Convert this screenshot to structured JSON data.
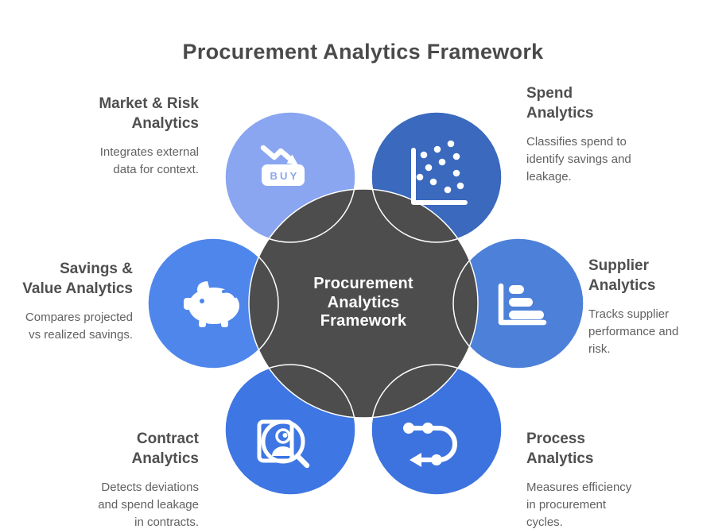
{
  "title": "Procurement Analytics Framework",
  "center": {
    "label_lines": [
      "Procurement",
      "Analytics",
      "Framework"
    ],
    "color": "#4D4D4D"
  },
  "petals": [
    {
      "id": "market-risk",
      "heading_lines": [
        "Market & Risk",
        "Analytics"
      ],
      "description_lines": [
        "Integrates external",
        "data for context."
      ],
      "color": "#8AA6F1",
      "icon": "trend-down-buy-icon",
      "icon_label": "BUY"
    },
    {
      "id": "spend",
      "heading_lines": [
        "Spend",
        "Analytics"
      ],
      "description_lines": [
        "Classifies spend to",
        "identify savings and",
        "leakage."
      ],
      "color": "#3A69BD",
      "icon": "scatter-plot-icon"
    },
    {
      "id": "supplier",
      "heading_lines": [
        "Supplier",
        "Analytics"
      ],
      "description_lines": [
        "Tracks supplier",
        "performance and",
        "risk."
      ],
      "color": "#4D80D8",
      "icon": "bar-chart-icon"
    },
    {
      "id": "process",
      "heading_lines": [
        "Process",
        "Analytics"
      ],
      "description_lines": [
        "Measures efficiency",
        "in procurement",
        "cycles."
      ],
      "color": "#3D73DE",
      "icon": "process-flow-icon"
    },
    {
      "id": "contract",
      "heading_lines": [
        "Contract",
        "Analytics"
      ],
      "description_lines": [
        "Detects deviations",
        "and spend leakage",
        "in contracts."
      ],
      "color": "#3E76E3",
      "icon": "contract-search-icon"
    },
    {
      "id": "savings",
      "heading_lines": [
        "Savings &",
        "Value Analytics"
      ],
      "description_lines": [
        "Compares projected",
        "vs realized savings."
      ],
      "color": "#4F86EC",
      "icon": "piggy-bank-icon"
    }
  ],
  "colors": {
    "background": "#FFFFFF",
    "outline": "#FFFFFF",
    "title_text": "#4A4A4A",
    "heading_text": "#4F4F4F",
    "description_text": "#616161",
    "icon_glyph": "#FFFFFF",
    "center_text": "#FFFFFF"
  }
}
